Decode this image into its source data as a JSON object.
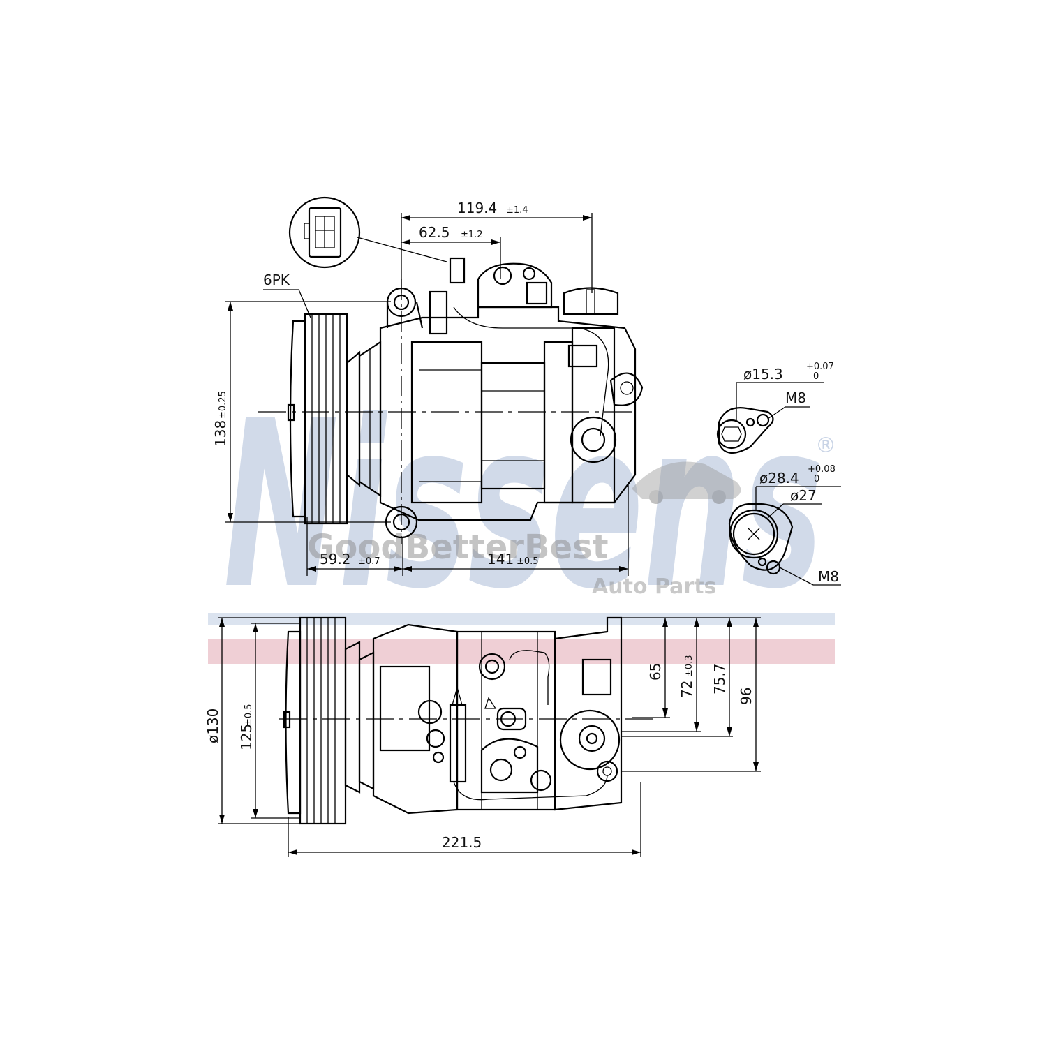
{
  "watermark": {
    "brand": "Nissens",
    "registered": "®",
    "stack": "GoodBetterBest",
    "sub": "Auto Parts",
    "colors": {
      "brand": "#c9d4e6",
      "stack": "#8a8a8a",
      "band_blue": "#dbe3ef",
      "band_red": "#efcfd5"
    }
  },
  "top_view": {
    "belt_label": "6PK",
    "dim_overall_width": {
      "value": "119.4",
      "tol": "±1.4"
    },
    "dim_connector": {
      "value": "62.5",
      "tol": "±1.2"
    },
    "dim_height": {
      "value": "138",
      "tol": "±0.25"
    },
    "dim_pulley_offset": {
      "value": "59.2",
      "tol": "±0.7"
    },
    "dim_body": {
      "value": "141",
      "tol": "±0.5"
    }
  },
  "port_details": {
    "port1": {
      "diameter": "ø15.3",
      "tol_upper": "+0.07",
      "tol_lower": "0",
      "thread": "M8"
    },
    "port2": {
      "diameter": "ø28.4",
      "tol_upper": "+0.08",
      "tol_lower": "0",
      "inner": "ø27",
      "thread": "M8"
    }
  },
  "side_view": {
    "pulley_diameter": "ø130",
    "pulley_inner": {
      "value": "125",
      "tol": "±0.5"
    },
    "dim_65": "65",
    "dim_72": {
      "value": "72",
      "tol": "±0.3"
    },
    "dim_75": "75.7",
    "dim_96": "96",
    "overall_length": "221.5"
  }
}
